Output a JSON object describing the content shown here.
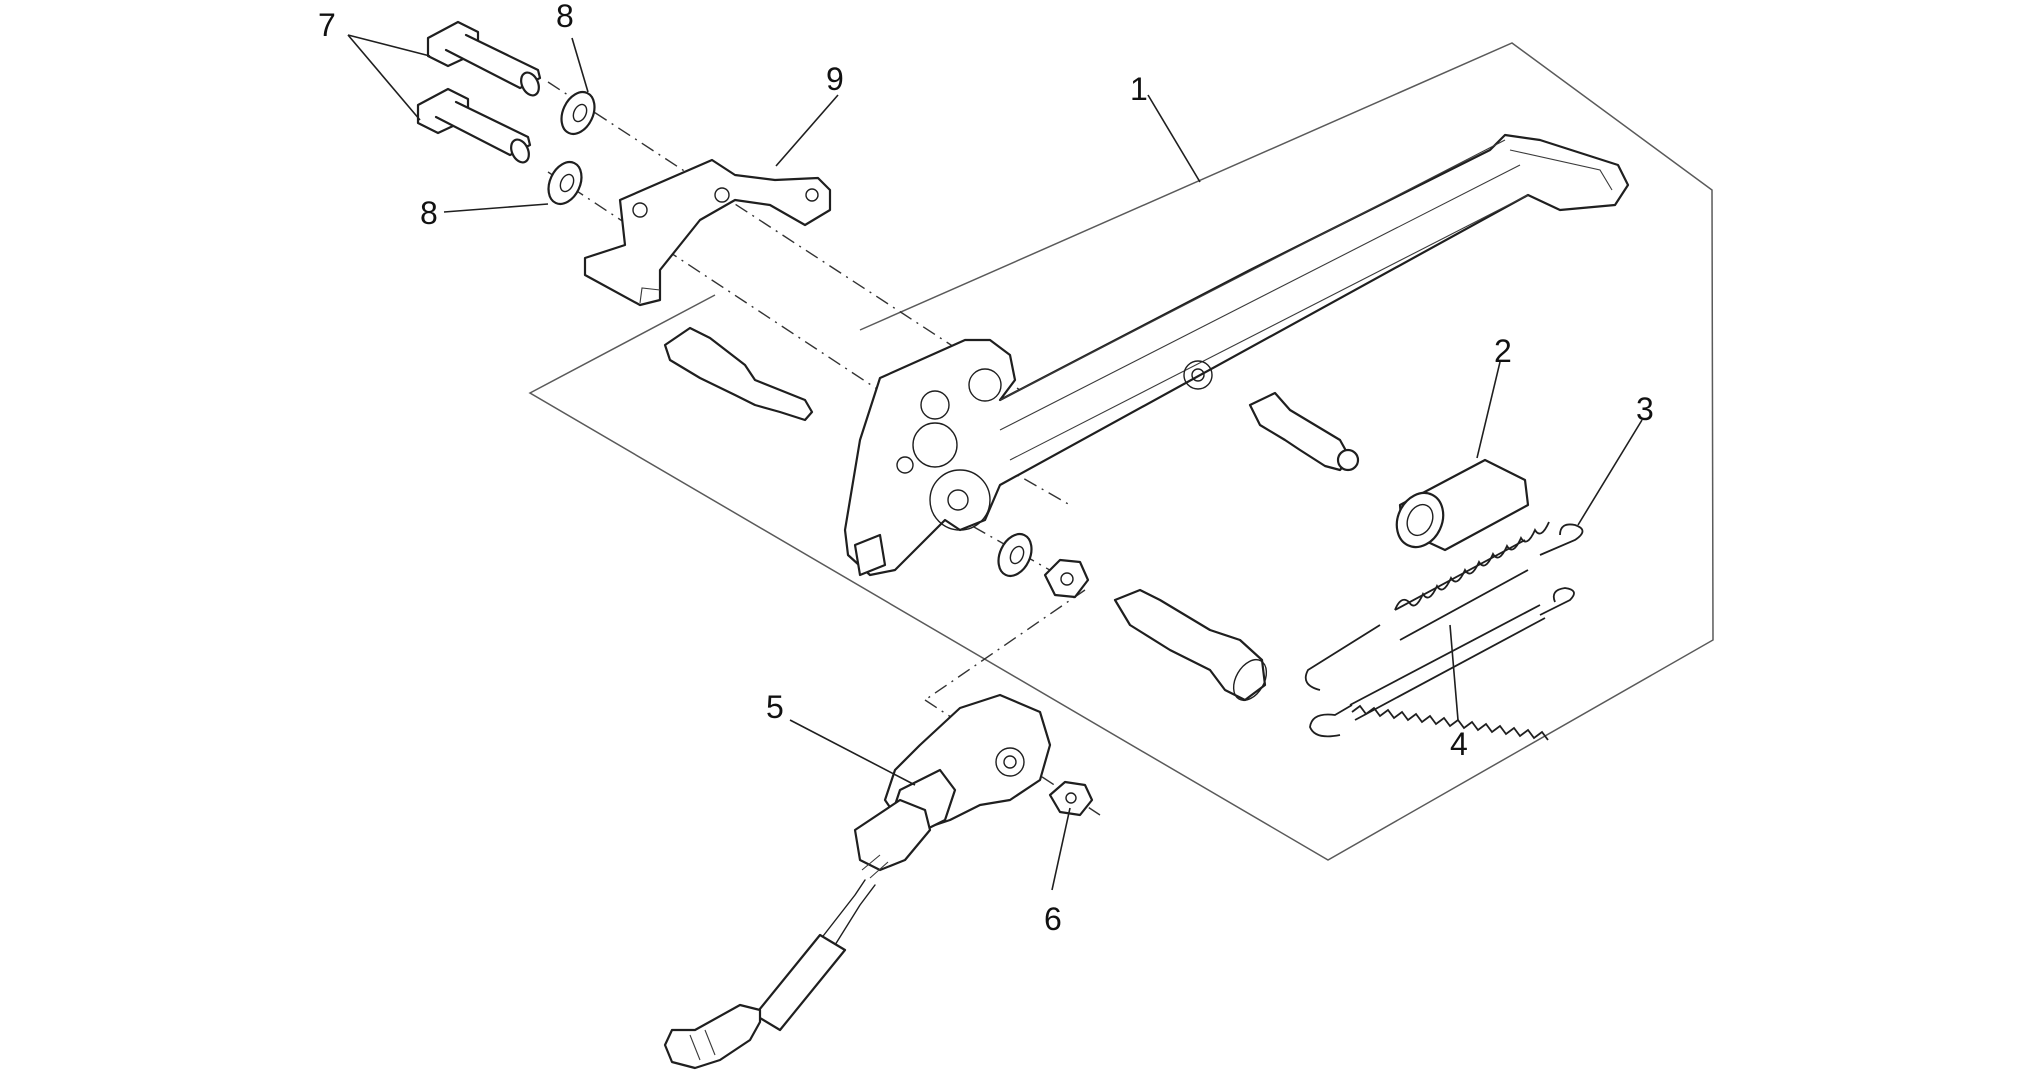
{
  "diagram": {
    "callouts": [
      "1",
      "2",
      "3",
      "4",
      "5",
      "6",
      "7",
      "8",
      "8",
      "9"
    ]
  }
}
